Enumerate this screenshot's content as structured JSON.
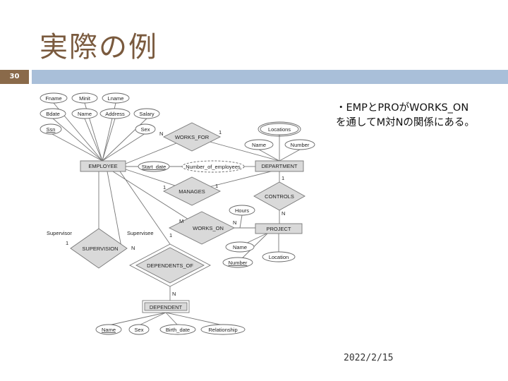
{
  "slide": {
    "title": "実際の例",
    "number": "30",
    "date": "2022/2/15",
    "accent_color": "#a9bfd9",
    "title_color": "#7a5a3e"
  },
  "note": {
    "line1": "・EMPとPROがWORKS_ON",
    "line2": "を通してM対Nの関係にある。"
  },
  "diagram": {
    "entities": {
      "employee": "EMPLOYEE",
      "department": "DEPARTMENT",
      "project": "PROJECT",
      "dependent": "DEPENDENT"
    },
    "relationships": {
      "works_for": "WORKS_FOR",
      "manages": "MANAGES",
      "controls": "CONTROLS",
      "works_on": "WORKS_ON",
      "supervision": "SUPERVISION",
      "dependents_of": "DEPENDENTS_OF"
    },
    "attributes": {
      "fname": "Fname",
      "minit": "Minit",
      "lname": "Lname",
      "bdate": "Bdate",
      "name": "Name",
      "address": "Address",
      "salary": "Salary",
      "ssn": "Ssn",
      "sex": "Sex",
      "start_date": "Start_date",
      "number_of_employees": "Number_of_employees",
      "locations": "Locations",
      "dept_name": "Name",
      "dept_number": "Number",
      "hours": "Hours",
      "proj_name": "Name",
      "proj_number": "Number",
      "proj_location": "Location",
      "dep_name": "Name",
      "dep_sex": "Sex",
      "birth_date": "Birth_date",
      "relationship": "Relationship"
    },
    "cardinalities": {
      "wf_emp": "N",
      "wf_dept": "1",
      "mg_emp": "1",
      "mg_dept": "1",
      "ct_dept": "1",
      "ct_proj": "N",
      "wo_emp": "M",
      "wo_proj": "N",
      "sup_supervisor": "1",
      "sup_supervisee": "N",
      "do_emp": "1",
      "do_dep": "N"
    },
    "roles": {
      "supervisor": "Supervisor",
      "supervisee": "Supervisee"
    }
  }
}
